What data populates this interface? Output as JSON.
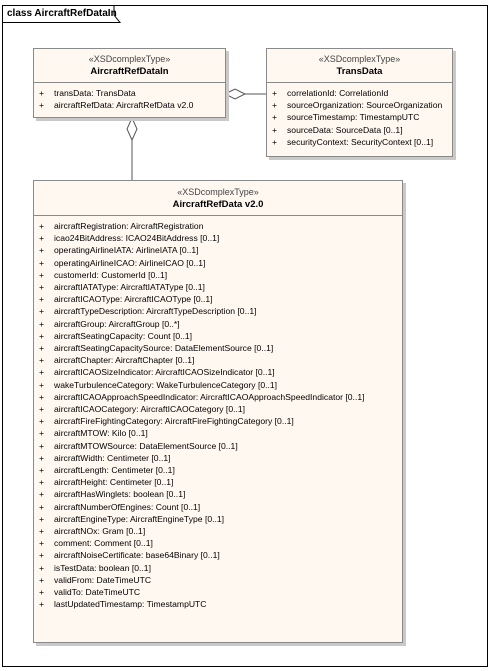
{
  "diagram_title": "class AircraftRefDataIn",
  "classes": {
    "aircraft_ref_data_in": {
      "stereotype": "«XSDcomplexType»",
      "name": "AircraftRefDataIn",
      "attributes": [
        {
          "vis": "+",
          "text": "transData: TransData"
        },
        {
          "vis": "+",
          "text": "aircraftRefData: AircraftRefData v2.0"
        }
      ]
    },
    "trans_data": {
      "stereotype": "«XSDcomplexType»",
      "name": "TransData",
      "attributes": [
        {
          "vis": "+",
          "text": "correlationId: CorrelationId"
        },
        {
          "vis": "+",
          "text": "sourceOrganization: SourceOrganization"
        },
        {
          "vis": "+",
          "text": "sourceTimestamp: TimestampUTC"
        },
        {
          "vis": "+",
          "text": "sourceData: SourceData [0..1]"
        },
        {
          "vis": "+",
          "text": "securityContext: SecurityContext [0..1]"
        }
      ]
    },
    "aircraft_ref_data_v2": {
      "stereotype": "«XSDcomplexType»",
      "name": "AircraftRefData v2.0",
      "attributes": [
        {
          "vis": "+",
          "text": "aircraftRegistration: AircraftRegistration"
        },
        {
          "vis": "+",
          "text": "icao24BitAddress: ICAO24BitAddress [0..1]"
        },
        {
          "vis": "+",
          "text": "operatingAirlineIATA: AirlineIATA [0..1]"
        },
        {
          "vis": "+",
          "text": "operatingAirlineICAO: AirlineICAO [0..1]"
        },
        {
          "vis": "+",
          "text": "customerId: CustomerId [0..1]"
        },
        {
          "vis": "+",
          "text": "aircraftIATAType: AircraftIATAType [0..1]"
        },
        {
          "vis": "+",
          "text": "aircraftICAOType: AircraftICAOType [0..1]"
        },
        {
          "vis": "+",
          "text": "aircraftTypeDescription: AircraftTypeDescription [0..1]"
        },
        {
          "vis": "+",
          "text": "aircraftGroup: AircraftGroup [0..*]"
        },
        {
          "vis": "+",
          "text": "aircraftSeatingCapacity: Count [0..1]"
        },
        {
          "vis": "+",
          "text": "aircraftSeatingCapacitySource: DataElementSource [0..1]"
        },
        {
          "vis": "+",
          "text": "aircraftChapter: AircraftChapter [0..1]"
        },
        {
          "vis": "+",
          "text": "aircraftICAOSizeIndicator: AircraftICAOSizeIndicator [0..1]"
        },
        {
          "vis": "+",
          "text": "wakeTurbulenceCategory: WakeTurbulenceCategory [0..1]"
        },
        {
          "vis": "+",
          "text": "aircraftICAOApproachSpeedIndicator: AircraftICAOApproachSpeedIndicator [0..1]"
        },
        {
          "vis": "+",
          "text": "aircraftICAOCategory: AircraftICAOCategory [0..1]"
        },
        {
          "vis": "+",
          "text": "aircraftFireFightingCategory: AircraftFireFightingCategory [0..1]"
        },
        {
          "vis": "+",
          "text": "aircraftMTOW: Kilo [0..1]"
        },
        {
          "vis": "+",
          "text": "aircraftMTOWSource: DataElementSource [0..1]"
        },
        {
          "vis": "+",
          "text": "aircraftWidth: Centimeter [0..1]"
        },
        {
          "vis": "+",
          "text": "aircraftLength: Centimeter [0..1]"
        },
        {
          "vis": "+",
          "text": "aircraftHeight: Centimeter [0..1]"
        },
        {
          "vis": "+",
          "text": "aircraftHasWinglets: boolean [0..1]"
        },
        {
          "vis": "+",
          "text": "aircraftNumberOfEngines: Count [0..1]"
        },
        {
          "vis": "+",
          "text": "aircraftEngineType: AircraftEngineType [0..1]"
        },
        {
          "vis": "+",
          "text": "aircraftNOx: Gram [0..1]"
        },
        {
          "vis": "+",
          "text": "comment: Comment [0..1]"
        },
        {
          "vis": "+",
          "text": "aircraftNoiseCertificate: base64Binary [0..1]"
        },
        {
          "vis": "+",
          "text": "isTestData: boolean [0..1]"
        },
        {
          "vis": "+",
          "text": "validFrom: DateTimeUTC"
        },
        {
          "vis": "+",
          "text": "validTo: DateTimeUTC"
        },
        {
          "vis": "+",
          "text": "lastUpdatedTimestamp: TimestampUTC"
        }
      ]
    }
  },
  "colors": {
    "class_fill": "#fff8f0",
    "class_border": "#8a8a8a",
    "connector": "#555555"
  }
}
